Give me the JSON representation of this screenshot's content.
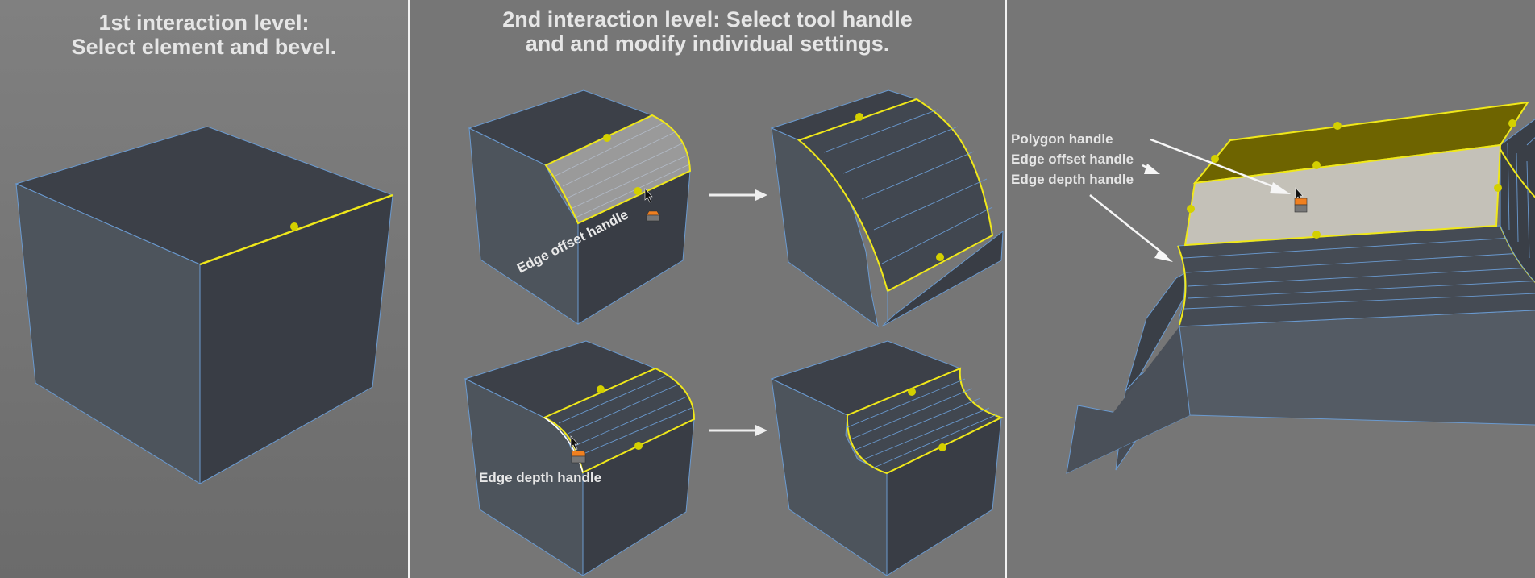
{
  "panels": [
    {
      "title": "1st interaction level:\nSelect element and bevel."
    },
    {
      "title": "2nd interaction level: Select tool handle\nand and modify individual settings.",
      "labels": {
        "edge_offset": "Edge offset handle",
        "edge_depth": "Edge depth handle"
      }
    },
    {
      "legend": [
        "Polygon handle",
        "Edge offset handle",
        "Edge depth handle"
      ]
    }
  ],
  "colors": {
    "selection": "#f0e81a",
    "handle_dot": "#d4d000",
    "wire": "#6a9ad0",
    "face_dark": "#3a3f47",
    "face_mid": "#4a5059",
    "face_light": "#545b64",
    "bevel_selected": "#9a9a9a",
    "polygon_selected": "#c4c1b8",
    "polygon_top": "#6e6400",
    "handle_orange": "#f08020",
    "handle_gray": "#777777"
  }
}
